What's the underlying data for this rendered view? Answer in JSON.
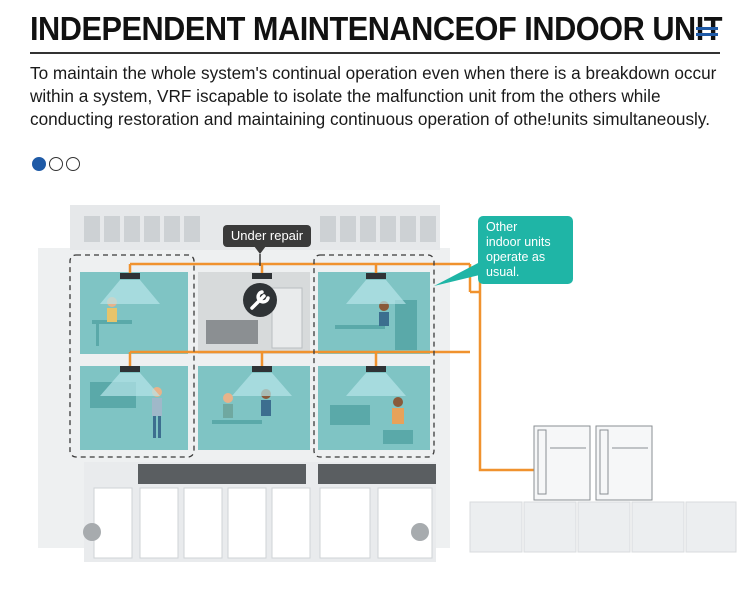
{
  "header": {
    "title": "INDEPENDENT MAINTENANCEOF INDOOR UNIT"
  },
  "description": "To maintain the whole system's continual operation even when there is a breakdown occur within a system, VRF iscapable to isolate the malfunction unit from the others while conducting restoration and maintaining continuous operation of othe!units simultaneously.",
  "pagination": {
    "total": 3,
    "active_index": 0
  },
  "diagram": {
    "repair_label": "Under repair",
    "callout_lines": [
      "Other",
      "indoor units",
      "operate as",
      "usual."
    ]
  },
  "colors": {
    "accent_blue": "#1f5aa6",
    "room_teal": "#7fc4c4",
    "callout_teal": "#1fb5a6",
    "pipe_orange": "#f0922e",
    "repair_room_grey": "#d7dadb"
  },
  "icons": [
    "wrench-icon",
    "air-conditioner-icon",
    "outdoor-unit-icon"
  ]
}
